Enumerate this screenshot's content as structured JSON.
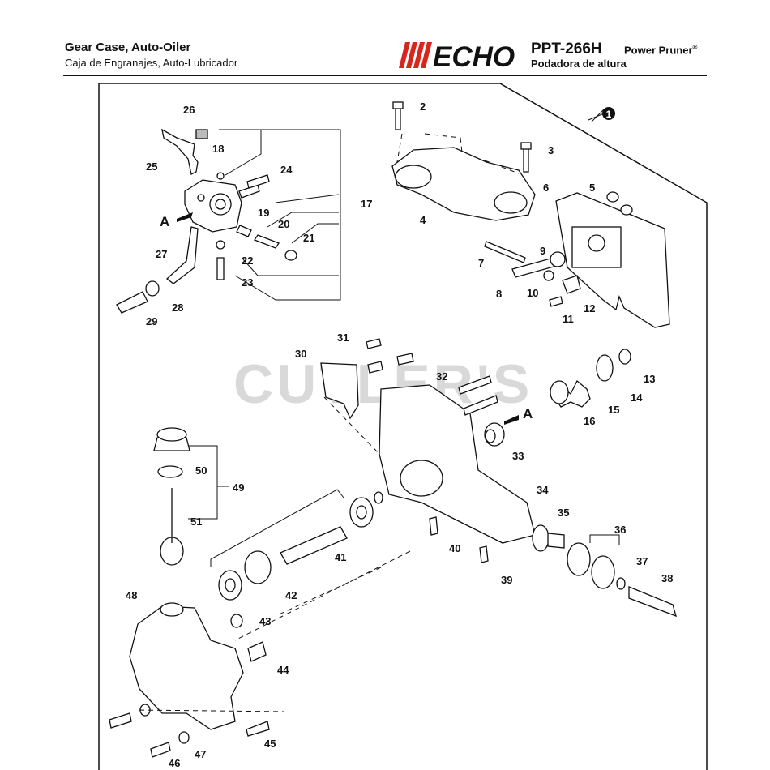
{
  "header": {
    "title": "Gear Case, Auto-Oiler",
    "subtitle": "Caja de Engranajes, Auto-Lubricador",
    "brand": "ECHO",
    "model": "PPT-266H",
    "model_desc": "Power Pruner",
    "registered_mark": "®",
    "model_sub": "Podadora de altura"
  },
  "watermark": "CUTLER'S",
  "callouts": {
    "circled_1": "1",
    "ref_a_top": "A",
    "ref_a_mid": "A"
  },
  "parts": [
    "2",
    "3",
    "4",
    "5",
    "6",
    "7",
    "8",
    "9",
    "10",
    "11",
    "12",
    "13",
    "14",
    "15",
    "16",
    "17",
    "18",
    "19",
    "20",
    "21",
    "22",
    "23",
    "24",
    "25",
    "26",
    "27",
    "28",
    "29",
    "30",
    "31",
    "32",
    "33",
    "34",
    "35",
    "36",
    "37",
    "38",
    "39",
    "40",
    "41",
    "42",
    "43",
    "44",
    "45",
    "46",
    "47",
    "48",
    "49",
    "50",
    "51"
  ],
  "colors": {
    "ink": "#111111",
    "brand_red": "#d7261e",
    "watermark": "#d9d9d9"
  }
}
